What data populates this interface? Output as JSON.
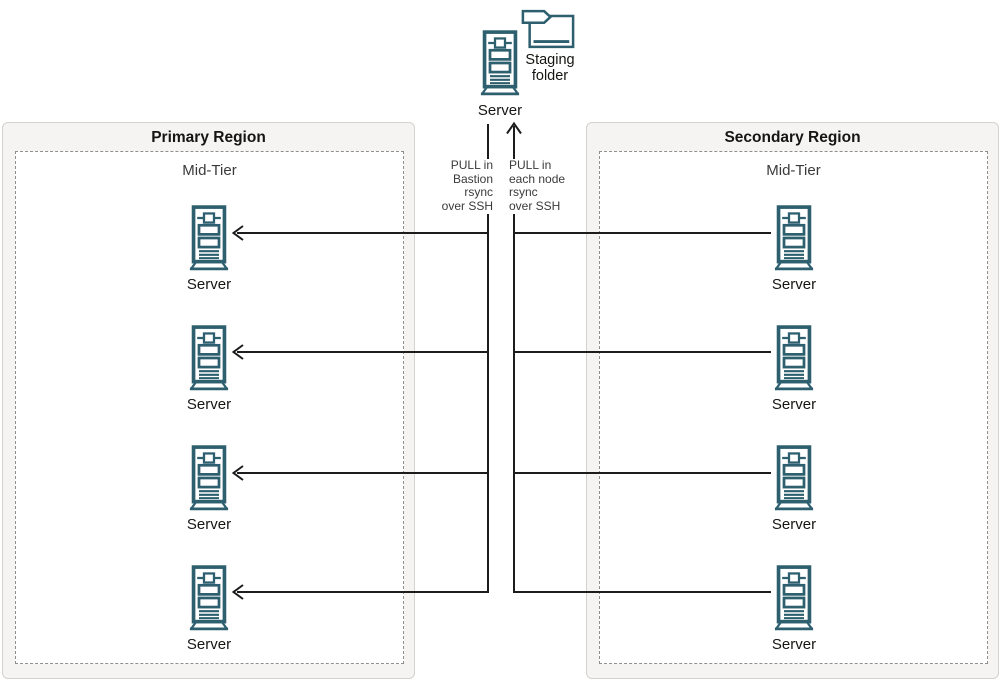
{
  "colors": {
    "icon_teal": "#2d5f6e",
    "wire": "#1c1c1c",
    "region_bg": "#f5f4f2",
    "region_border": "#d4d2cf",
    "dashed_border": "#8f8f8f",
    "title_text": "#161513",
    "body_text": "#3a3a3a"
  },
  "staging_cluster": {
    "server_label": "Server",
    "folder_label": "Staging\nfolder"
  },
  "connectors": {
    "left_pull_label": "PULL in\nBastion\nrsync\nover SSH",
    "right_pull_label": "PULL in\neach node\nrsync\nover SSH"
  },
  "primary_region": {
    "title": "Primary Region",
    "tier_label": "Mid-Tier",
    "servers": [
      {
        "label": "Server"
      },
      {
        "label": "Server"
      },
      {
        "label": "Server"
      },
      {
        "label": "Server"
      }
    ]
  },
  "secondary_region": {
    "title": "Secondary Region",
    "tier_label": "Mid-Tier",
    "servers": [
      {
        "label": "Server"
      },
      {
        "label": "Server"
      },
      {
        "label": "Server"
      },
      {
        "label": "Server"
      }
    ]
  }
}
